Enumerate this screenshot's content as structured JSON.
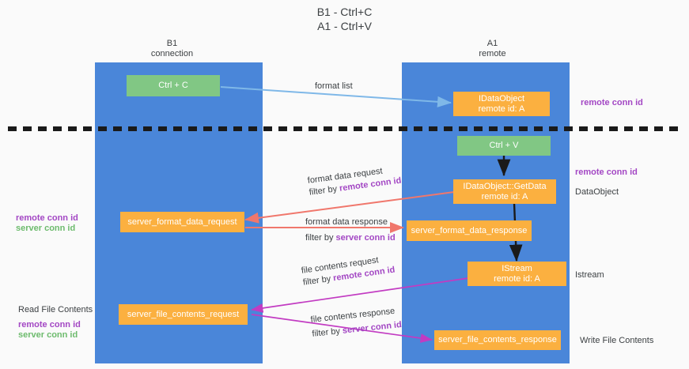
{
  "title": {
    "line1": "B1 - Ctrl+C",
    "line2": "A1 - Ctrl+V"
  },
  "lanes": [
    {
      "id": "b1",
      "name": "B1",
      "sub": "connection"
    },
    {
      "id": "a1",
      "name": "A1",
      "sub": "remote"
    }
  ],
  "boxes": {
    "ctrl_c": {
      "line1": "Ctrl + C",
      "line2": ""
    },
    "idataobject": {
      "line1": "IDataObject",
      "line2": "remote id: A"
    },
    "ctrl_v": {
      "line1": "Ctrl + V",
      "line2": ""
    },
    "getdata": {
      "line1": "IDataObject::GetData",
      "line2": "remote id: A"
    },
    "fmt_req": {
      "line1": "server_format_data_request",
      "line2": ""
    },
    "fmt_resp": {
      "line1": "server_format_data_response",
      "line2": ""
    },
    "istream": {
      "line1": "IStream",
      "line2": "remote id: A"
    },
    "file_req": {
      "line1": "server_file_contents_request",
      "line2": ""
    },
    "file_resp": {
      "line1": "server_file_contents_response",
      "line2": ""
    }
  },
  "edge_labels": {
    "format_list": "format list",
    "fmt_req_l1": "format data request",
    "fmt_req_l2a": "filter by ",
    "fmt_req_l2b": "remote conn id",
    "fmt_resp_l1": "format data response",
    "fmt_resp_l2a": "filter by ",
    "fmt_resp_l2b": "server conn id",
    "file_req_l1": "file contents request",
    "file_req_l2a": "filter by ",
    "file_req_l2b": "remote conn id",
    "file_resp_l1": "file contents response",
    "file_resp_l2a": "filter by ",
    "file_resp_l2b": "server conn id"
  },
  "annotations": {
    "right_remote_conn_top": "remote conn id",
    "right_remote_conn_mid": "remote conn id",
    "right_dataobject": "DataObject",
    "right_istream": "Istream",
    "right_write_file": "Write File Contents",
    "left_remote_conn": "remote conn id",
    "left_server_conn": "server conn id",
    "left_read_file": "Read File Contents",
    "left_remote_conn2": "remote conn id",
    "left_server_conn2": "server conn id"
  },
  "colors": {
    "lane": "#4a86d9",
    "green_box": "#81c784",
    "orange_box": "#fbb040",
    "purple_text": "#a347c4",
    "green_text": "#6dbb6d",
    "arrow_blue": "#7fb8e8",
    "arrow_red": "#f0776c",
    "arrow_black": "#1a1a1a",
    "arrow_magenta": "#c23bc2",
    "divider": "#1a1a1a",
    "background": "#fafafa"
  }
}
